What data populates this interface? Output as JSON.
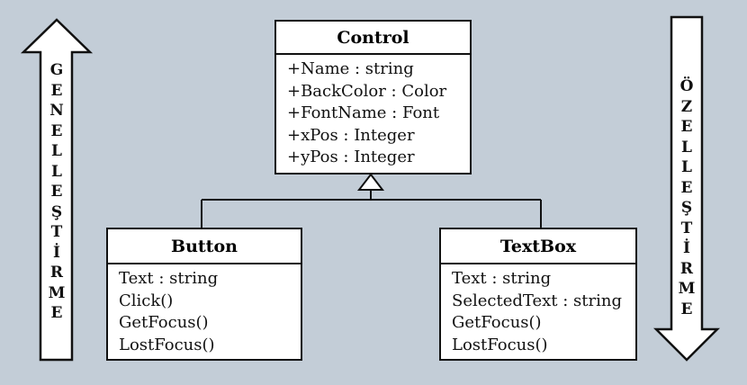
{
  "classes": {
    "control": {
      "name": "Control",
      "members": [
        "+Name : string",
        "+BackColor : Color",
        "+FontName : Font",
        "+xPos : Integer",
        "+yPos : Integer"
      ]
    },
    "button": {
      "name": "Button",
      "members": [
        "Text : string",
        "Click()",
        "GetFocus()",
        "LostFocus()"
      ]
    },
    "textbox": {
      "name": "TextBox",
      "members": [
        "Text : string",
        "SelectedText : string",
        "GetFocus()",
        "LostFocus()"
      ]
    }
  },
  "arrows": {
    "up": {
      "label": [
        "G",
        "E",
        "N",
        "E",
        "L",
        "L",
        "E",
        "Ş",
        "T",
        "İ",
        "R",
        "M",
        "E"
      ]
    },
    "down": {
      "label": [
        "Ö",
        "Z",
        "E",
        "L",
        "L",
        "E",
        "Ş",
        "T",
        "İ",
        "R",
        "M",
        "E"
      ]
    }
  },
  "colors": {
    "background": "#c3cdd7",
    "box": "#ffffff",
    "stroke": "#111111"
  }
}
